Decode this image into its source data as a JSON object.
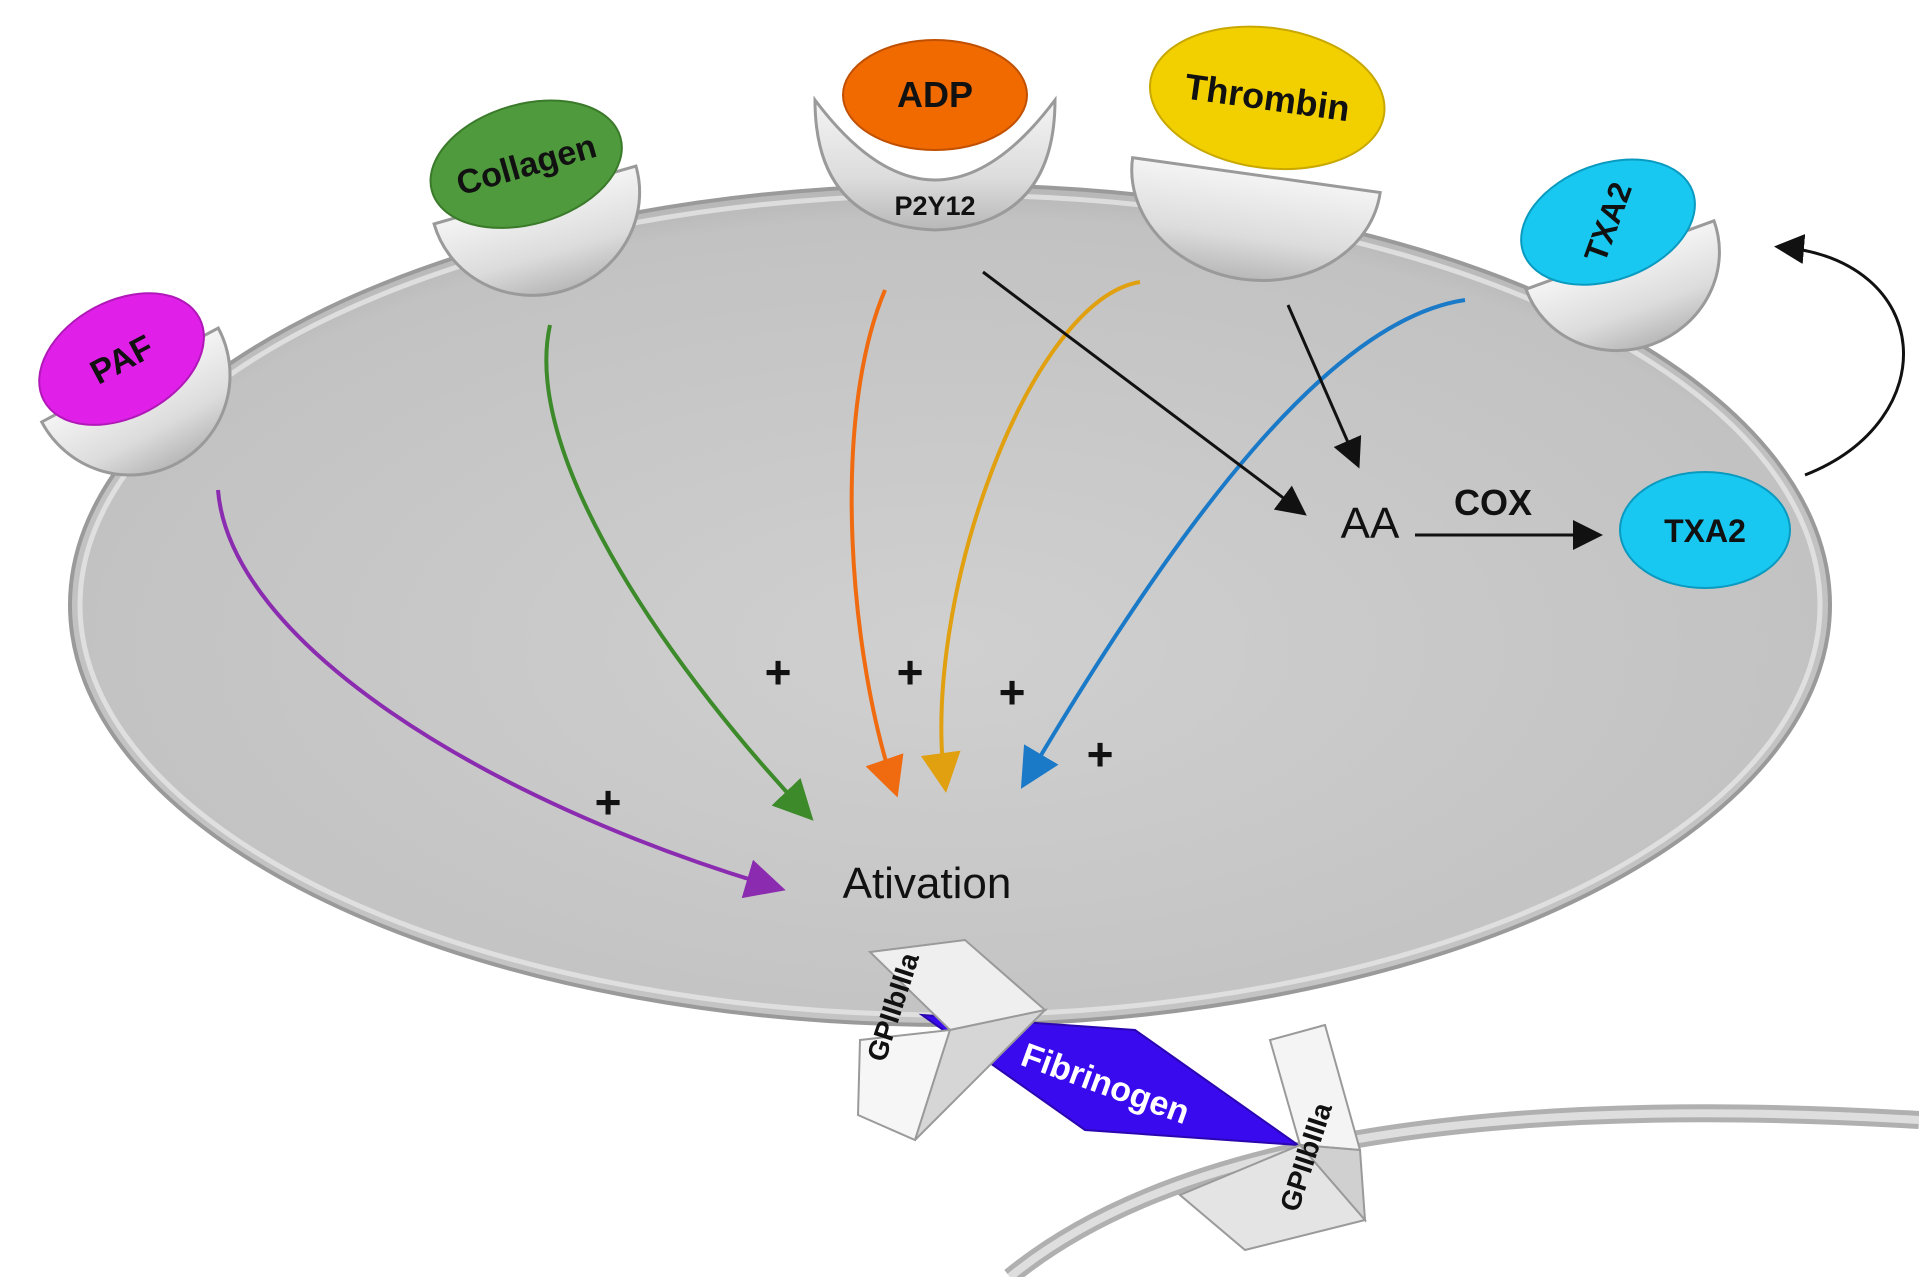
{
  "receptors": {
    "paf": {
      "label": "PAF",
      "color": "#e020e8"
    },
    "collagen": {
      "label": "Collagen",
      "color": "#4f9a3c"
    },
    "adp": {
      "label": "ADP",
      "sublabel": "P2Y12",
      "color": "#f06a00"
    },
    "thrombin": {
      "label": "Thrombin",
      "color": "#f2d000"
    },
    "txa2": {
      "label": "TXA2",
      "color": "#19c8f0"
    }
  },
  "pathway": {
    "aa_label": "AA",
    "cox_label": "COX",
    "txa2_label": "TXA2",
    "activation_label": "Ativation"
  },
  "plus_signs": [
    "+",
    "+",
    "+",
    "+",
    "+"
  ],
  "aggregation": {
    "gp_upper": "GPIIbIIIa",
    "gp_lower": "GPIIbIIIa",
    "fibrinogen": "Fibrinogen",
    "fibrinogen_color": "#3a0aee"
  },
  "arrow_colors": {
    "paf": "#8a2bb0",
    "collagen": "#3c8a2a",
    "adp": "#f06a10",
    "thrombin": "#e0a010",
    "txa2": "#1a7ac8",
    "black": "#111111"
  }
}
